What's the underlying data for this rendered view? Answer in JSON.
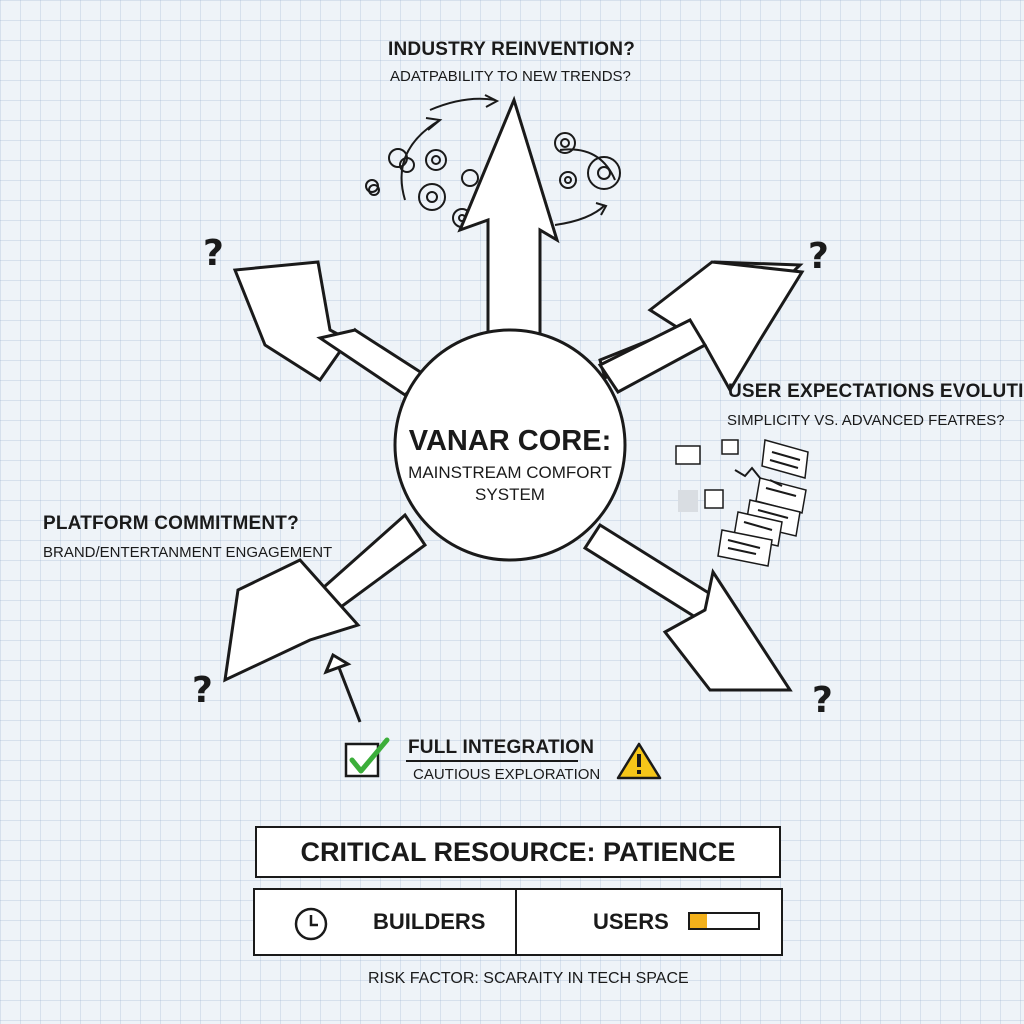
{
  "top": {
    "title": "INDUSTRY REINVENTION?",
    "subtitle": "ADATPABILITY TO NEW TRENDS?"
  },
  "right": {
    "title": "USER EXPECTATIONS EVOLUTION?",
    "subtitle": "SIMPLICITY VS. ADVANCED FEATRES?"
  },
  "left": {
    "title": "PLATFORM COMMITMENT?",
    "subtitle": "BRAND/ENTERTANMENT ENGAGEMENT"
  },
  "core": {
    "title": "VANAR CORE:",
    "subtitle": "MAINSTREAM COMFORT SYSTEM"
  },
  "question_mark": "?",
  "legend": {
    "full_integration": "FULL INTEGRATION",
    "cautious_exploration": "CAUTIOUS EXPLORATION"
  },
  "resource": {
    "title": "CRITICAL RESOURCE: PATIENCE",
    "builders_label": "BUILDERS",
    "users_label": "USERS",
    "users_level": 0.25
  },
  "risk_factor": "RISK FACTOR: SCARAITY IN TECH SPACE",
  "icons": [
    "gear-icon",
    "cycle-arrows-icon",
    "checkbox-icon",
    "warning-icon",
    "clock-icon",
    "progress-bar",
    "ui-panels-icon"
  ],
  "colors": {
    "check": "#3cae3a",
    "warning": "#f6c619",
    "progress_fill": "#f3b11b"
  }
}
